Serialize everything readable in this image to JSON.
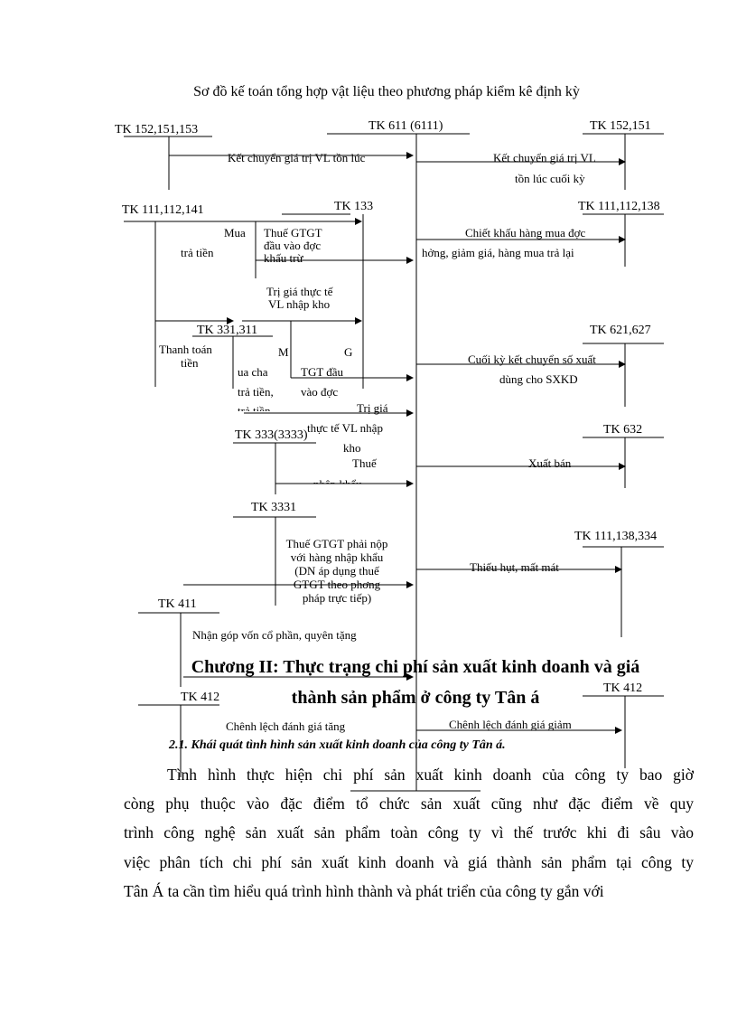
{
  "diagram": {
    "title": "Sơ đồ kế toán tổng hợp vật liệu theo phương pháp kiểm kê định kỳ",
    "accounts": {
      "tk152_151_153": "TK 152,151,153",
      "tk611": "TK 611 (6111)",
      "tk152_151": "TK 152,151",
      "tk111_112_141": "TK 111,112,141",
      "tk133": "TK 133",
      "tk111_112_138": "TK 111,112,138",
      "tk331_311": "TK 331,311",
      "tk621_627": "TK 621,627",
      "tk333_3333": "TK 333(3333)",
      "tk632": "TK 632",
      "tk3331": "TK 3331",
      "tk111_138_334": "TK 111,138,334",
      "tk411": "TK 411",
      "tk412_left": "TK 412",
      "tk412_right": "TK 412"
    },
    "labels": {
      "ket_chuyen_ton_dau": "Kết chuyển giá trị VL tồn lúc",
      "ket_chuyen_ton_cuoi_1": "Kết chuyển giá trị VL",
      "ket_chuyen_ton_cuoi_2": "tồn lúc cuối kỳ",
      "mua": "Mua",
      "tra_tien": "trả tiền",
      "thue_gtgt_1": "Thuế GTGT",
      "thue_gtgt_2": "đầu vào đợc",
      "thue_gtgt_3": "khấu trừ",
      "chiet_khau_1": "Chiết khấu hàng mua đợc",
      "chiet_khau_2": "hởng,   giảm giá, hàng mua trả lại",
      "tri_gia_1": "Trị giá thực tế",
      "tri_gia_2": "VL nhập kho",
      "thanh_toan_1": "Thanh toán",
      "thanh_toan_2": "tiền",
      "m": "M",
      "g": "G",
      "ua_cha": "ua cha",
      "tra_tien2": "trả tiền,",
      "tra_tien3": "trả tiền",
      "tgt_dau": "TGT đầu",
      "vao_doc": "vào đợc",
      "tri_gia2_1": "Trị giá",
      "tri_gia2_2": "thực tế VL nhập",
      "tri_gia2_3": "kho",
      "thue_nk_1": "Thuế",
      "thue_nk_2": "nhập khẩu",
      "cuoi_ky_1": "Cuối kỳ kết chuyển số xuất",
      "cuoi_ky_2": "dùng cho SXKD",
      "xuat_ban": "Xuất bán",
      "gtgt_nk_1": "Thuế GTGT phải nộp",
      "gtgt_nk_2": "với hàng nhập khẩu",
      "gtgt_nk_3": "(DN áp dụng thuế",
      "gtgt_nk_4": "GTGT theo phơng",
      "gtgt_nk_5": "pháp trực tiếp)",
      "thieu_hut": "Thiếu hụt, mất mát",
      "nhan_gop_von": "Nhận góp vốn cổ phần, quyên tặng",
      "chenh_lech_tang": "Chênh lệch đánh giá tăng",
      "chenh_lech_giam": "Chênh lệch đánh giá giảm"
    }
  },
  "chapter": {
    "heading_line1": "Chương II: Thực trạng chi phí sản xuất kinh doanh và giá",
    "heading_line2": "thành sản phẩm ở công ty Tân á",
    "section_title": "2.1. Khái quát tình hình sản xuất kinh doanh của công ty Tân á.",
    "paragraph_lines": [
      "Tình hình thực hiện chi phí sản xuất kinh doanh của công ty bao giờ",
      "còng phụ thuộc vào đặc điểm tổ chức sản xuất cũng nh­ư đặc điểm về quy",
      "trình công nghệ sản xuất sản phẩm toàn công ty vì thế trước khi đi sâu vào",
      "việc phân tích chi phí sản xuất kinh doanh và giá thành sản phẩm tại công ty",
      "Tân Á ta cần tìm hiểu quá trình hình thành và phát triển của công ty gắn với"
    ]
  }
}
